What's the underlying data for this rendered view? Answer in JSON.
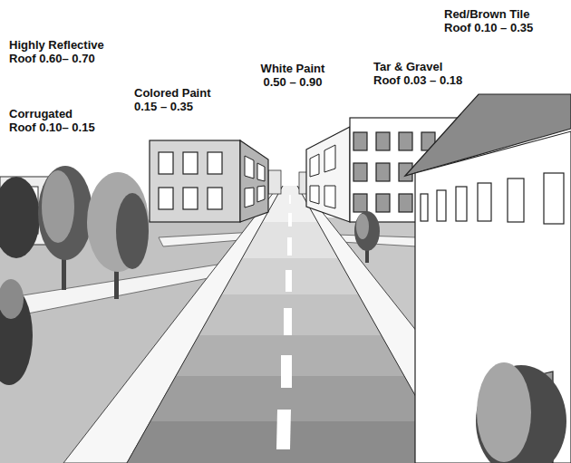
{
  "diagram": {
    "labels": [
      "Red/Brown Tile Roof 0.10 – 0.35",
      "Highly Reflective Roof 0.60– 0.70",
      "White Paint 0.50 – 0.90",
      "Tar & Gravel Roof 0.03 – 0.18",
      "Colored Paint 0.15 – 0.35",
      "Corrugated Roof 0.10– 0.15"
    ]
  }
}
